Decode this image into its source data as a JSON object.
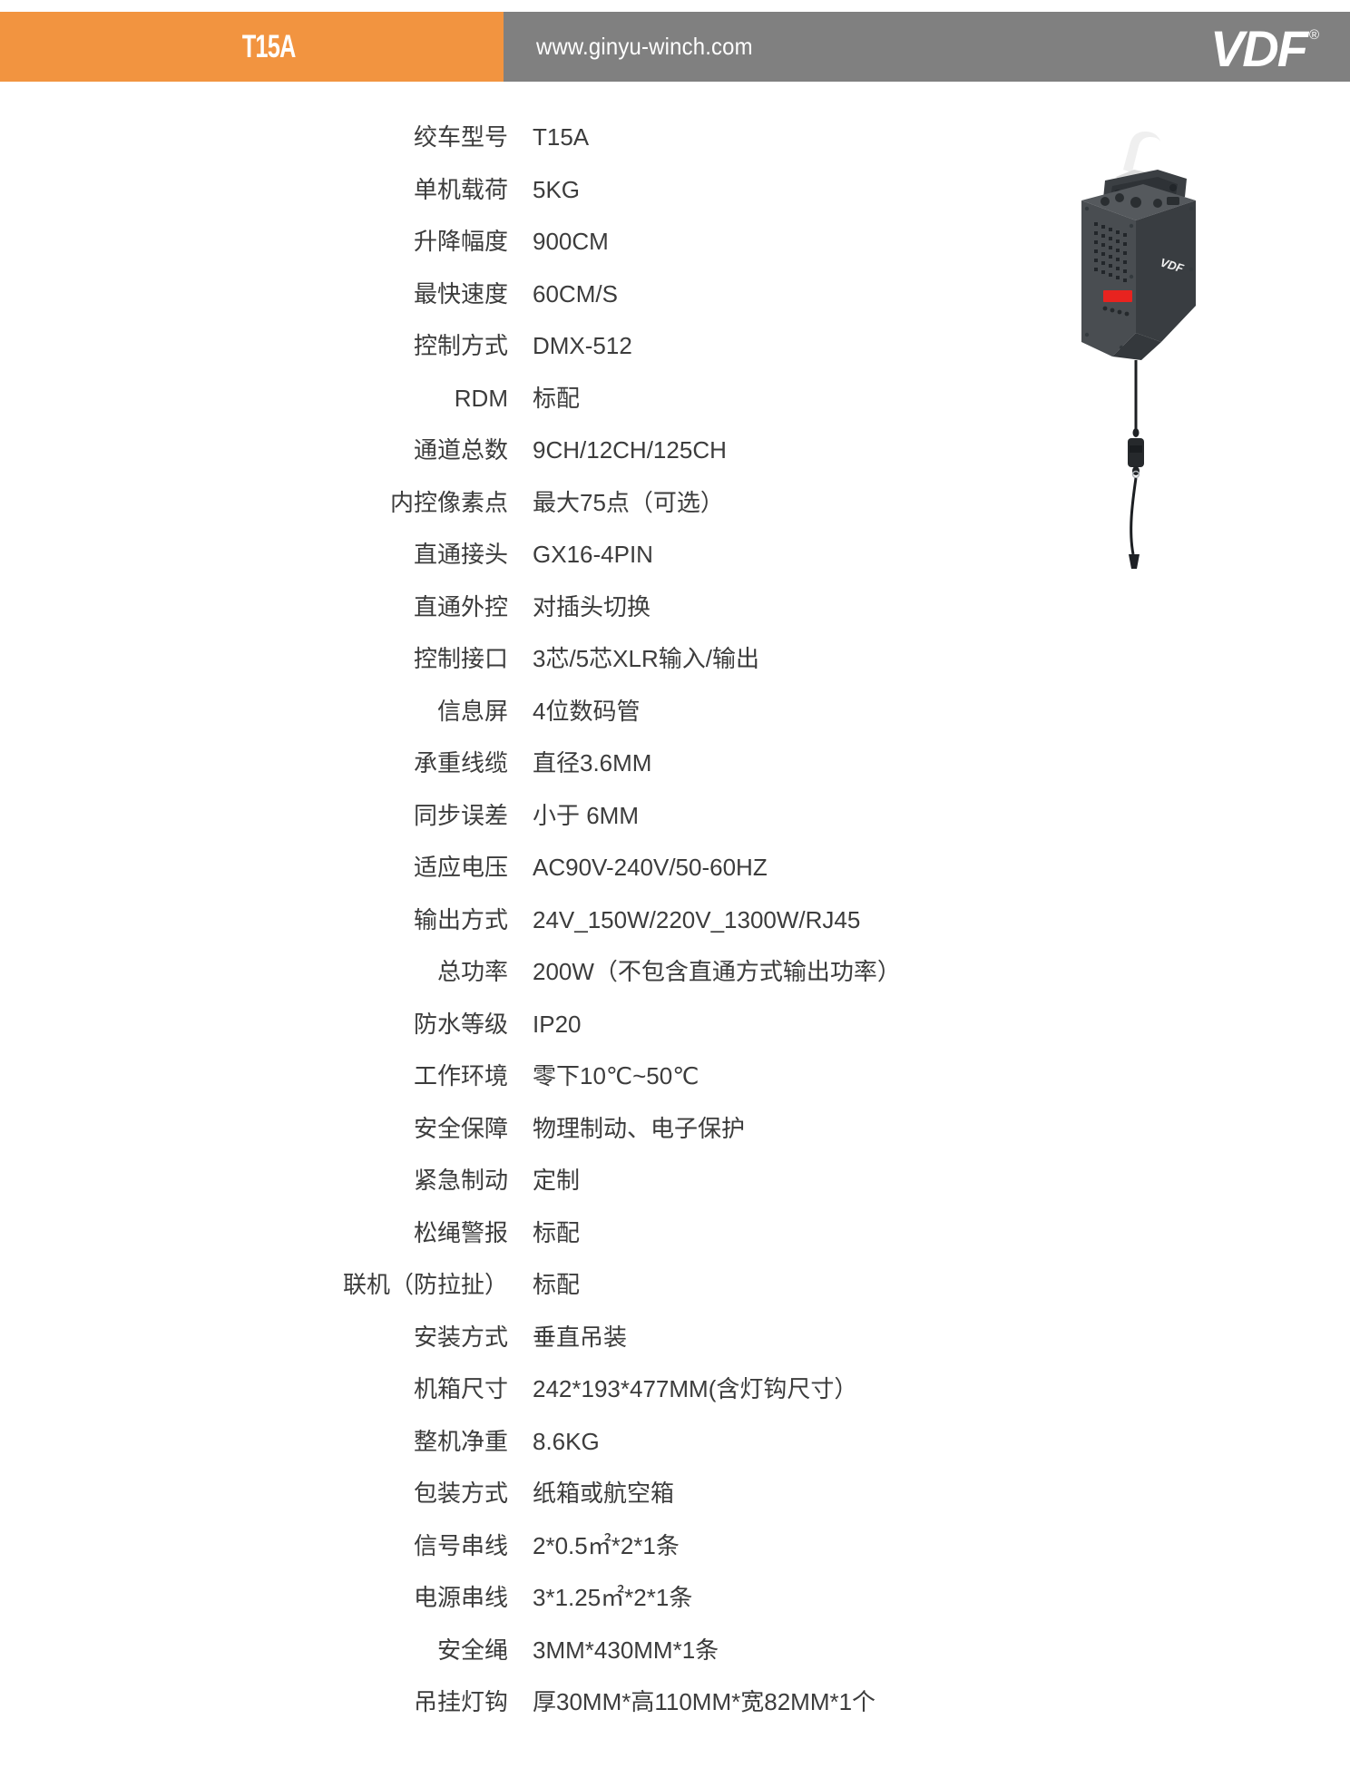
{
  "header": {
    "model": "T15A",
    "url": "www.ginyu-winch.com",
    "brand": "VDF",
    "registered_mark": "®",
    "orange_color": "#f29440",
    "gray_color": "#808080"
  },
  "product_image": {
    "alt": "T15A winch unit",
    "body_color": "#4a4e52",
    "side_color": "#3a3e42",
    "hook_color": "#e8e8e8",
    "display_color": "#e8231f",
    "logo": "VDF"
  },
  "specs": [
    {
      "label": "绞车型号",
      "value": "T15A"
    },
    {
      "label": "单机载荷",
      "value": "5KG"
    },
    {
      "label": "升降幅度",
      "value": "900CM"
    },
    {
      "label": "最快速度",
      "value": "60CM/S"
    },
    {
      "label": "控制方式",
      "value": "DMX-512"
    },
    {
      "label": "RDM",
      "value": "标配"
    },
    {
      "label": "通道总数",
      "value": "9CH/12CH/125CH"
    },
    {
      "label": "内控像素点",
      "value": "最大75点（可选）"
    },
    {
      "label": "直通接头",
      "value": "GX16-4PIN"
    },
    {
      "label": "直通外控",
      "value": "对插头切换"
    },
    {
      "label": "控制接口",
      "value": "3芯/5芯XLR输入/输出"
    },
    {
      "label": "信息屏",
      "value": "4位数码管"
    },
    {
      "label": "承重线缆",
      "value": "直径3.6MM"
    },
    {
      "label": "同步误差",
      "value": "小于 6MM"
    },
    {
      "label": "适应电压",
      "value": "AC90V-240V/50-60HZ"
    },
    {
      "label": "输出方式",
      "value": "24V_150W/220V_1300W/RJ45"
    },
    {
      "label": "总功率",
      "value": "200W（不包含直通方式输出功率）"
    },
    {
      "label": "防水等级",
      "value": "IP20"
    },
    {
      "label": "工作环境",
      "value": "零下10℃~50℃"
    },
    {
      "label": "安全保障",
      "value": "物理制动、电子保护"
    },
    {
      "label": "紧急制动",
      "value": "定制"
    },
    {
      "label": "松绳警报",
      "value": "标配"
    },
    {
      "label": "联机（防拉扯）",
      "value": "标配"
    },
    {
      "label": "安装方式",
      "value": "垂直吊装"
    },
    {
      "label": "机箱尺寸",
      "value": "242*193*477MM(含灯钩尺寸）"
    },
    {
      "label": "整机净重",
      "value": "8.6KG"
    },
    {
      "label": "包装方式",
      "value": "纸箱或航空箱"
    },
    {
      "label": "信号串线",
      "value": "2*0.5㎡*2*1条"
    },
    {
      "label": "电源串线",
      "value": "3*1.25㎡*2*1条"
    },
    {
      "label": "安全绳",
      "value": "3MM*430MM*1条"
    },
    {
      "label": "吊挂灯钩",
      "value": "厚30MM*高110MM*宽82MM*1个"
    }
  ]
}
